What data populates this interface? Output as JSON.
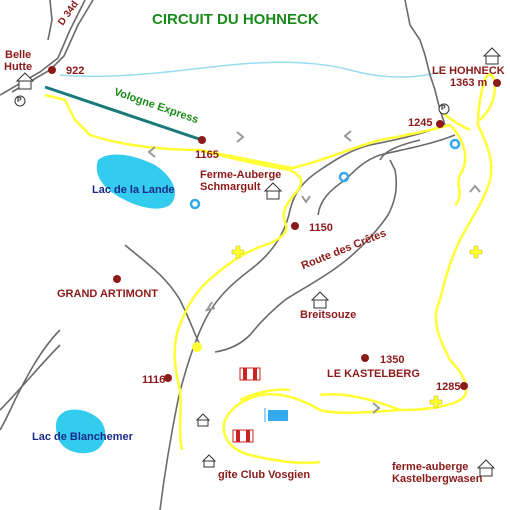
{
  "title": "CIRCUIT DU HOHNECK",
  "road_label": "D 34d",
  "lift_label": "Vologne Express",
  "ridge_road_label": "Route des Crêtes",
  "places": {
    "belle_hutte_1": "Belle",
    "belle_hutte_2": "Hutte",
    "le_hohneck": "LE HOHNECK",
    "le_hohneck_alt": "1363 m",
    "ferme_schmargult_1": "Ferme-Auberge",
    "ferme_schmargult_2": "Schmargult",
    "lac_lande": "Lac de la Lande",
    "grand_artimont": "GRAND ARTIMONT",
    "breitsouze": "Breitsouze",
    "le_kastelberg": "LE KASTELBERG",
    "lac_blanchemer": "Lac de Blanchemer",
    "gite": "gîte Club Vosgien",
    "ferme_kastel_1": "ferme-auberge",
    "ferme_kastel_2": "Kastelbergwasen"
  },
  "altitudes": {
    "a922": "922",
    "a1165": "1165",
    "a1245": "1245",
    "a1150": "1150",
    "a1350": "1350",
    "a1116": "1116",
    "a1285": "1285"
  },
  "parking_symbol": "P",
  "colors": {
    "trail": "#ffff33",
    "road": "#666666",
    "lake": "#33ccee",
    "lift": "#1a7a7a",
    "point": "#8B1A1A",
    "title": "#1a8a1a"
  }
}
